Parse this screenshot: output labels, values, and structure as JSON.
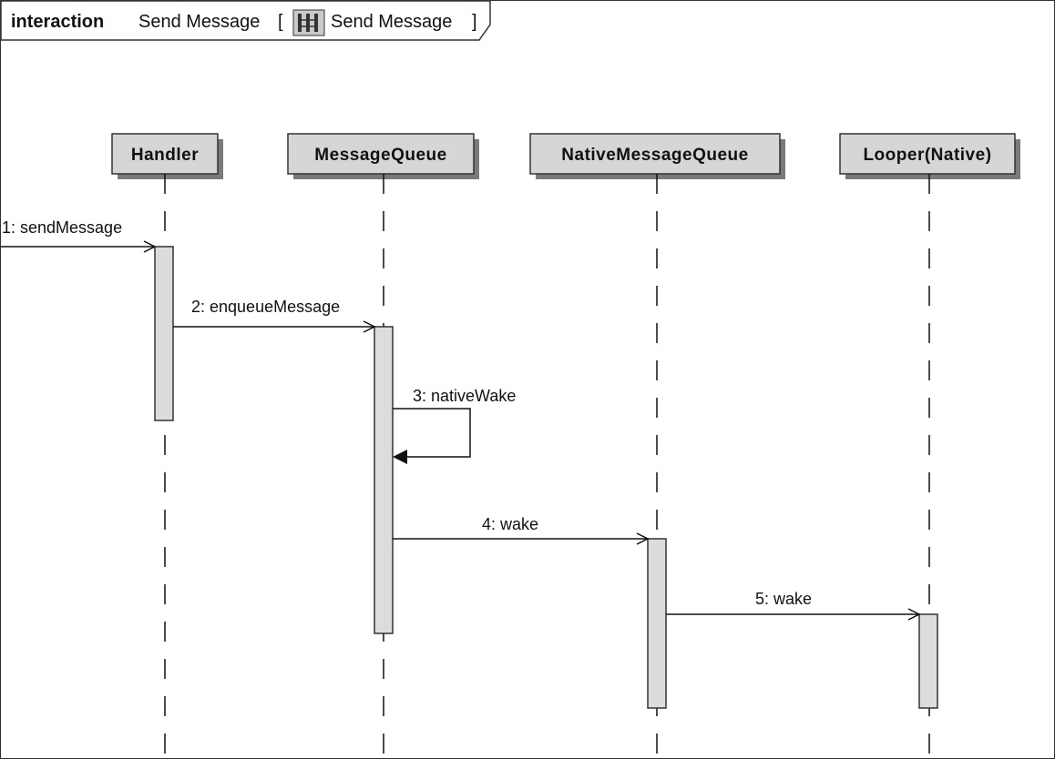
{
  "frame": {
    "keyword": "interaction",
    "name": "Send Message",
    "open_bracket": "[",
    "diagram_name": "Send Message",
    "close_bracket": "]",
    "icon": "sequence-diagram-icon"
  },
  "lifelines": [
    {
      "id": "handler",
      "label": "Handler"
    },
    {
      "id": "messagequeue",
      "label": "MessageQueue"
    },
    {
      "id": "nativemessagequeue",
      "label": "NativeMessageQueue"
    },
    {
      "id": "looper",
      "label": "Looper(Native)"
    }
  ],
  "messages": [
    {
      "label": "1: sendMessage",
      "from": "",
      "to": "handler"
    },
    {
      "label": "2: enqueueMessage",
      "from": "handler",
      "to": "messagequeue"
    },
    {
      "label": "3: nativeWake",
      "from": "messagequeue",
      "to": "messagequeue"
    },
    {
      "label": "4: wake",
      "from": "messagequeue",
      "to": "nativemessagequeue"
    },
    {
      "label": "5: wake",
      "from": "nativemessagequeue",
      "to": "looper"
    }
  ],
  "colors": {
    "lifeline_box": "#d6d6d6",
    "activation": "#dcdcdc",
    "shadow": "#7a7a7a",
    "line": "#111111"
  }
}
